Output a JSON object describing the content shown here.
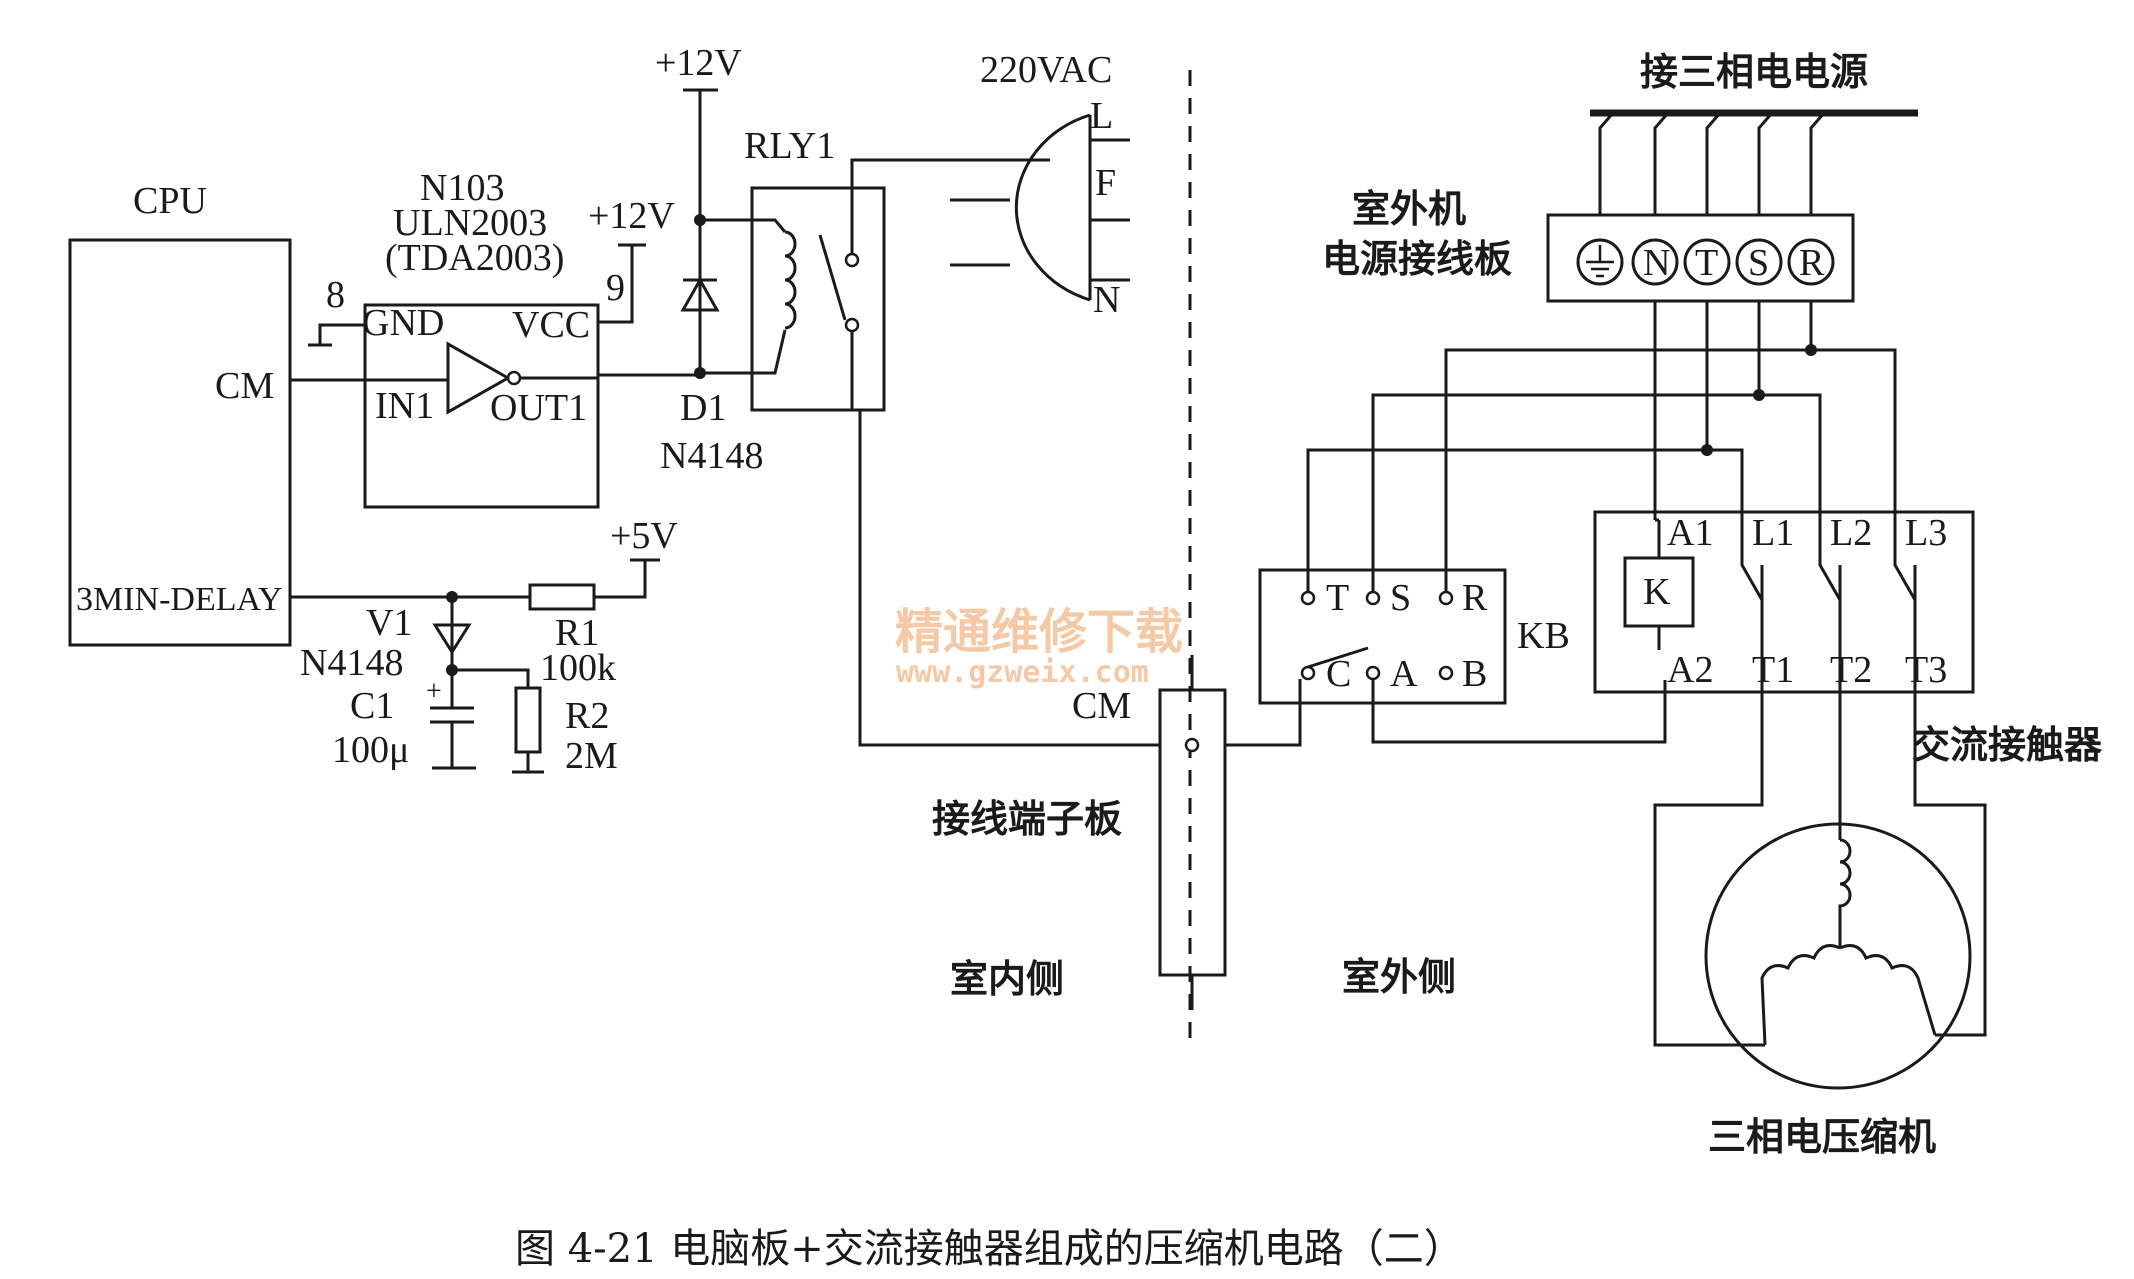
{
  "figure": {
    "caption": "图 4-21   电脑板+交流接触器组成的压缩机电路（二）"
  },
  "watermark": {
    "line1": "精通维修下载",
    "line2": "www.gzweix.com"
  },
  "cpu": {
    "title": "CPU",
    "pin_cm": "CM",
    "pin_delay": "3MIN-DELAY"
  },
  "driver_ic": {
    "ref": "N103",
    "part": "ULN2003",
    "alt_part": "(TDA2003)",
    "gnd": "GND",
    "vcc": "VCC",
    "in": "IN1",
    "out": "OUT1",
    "pin_gnd": "8",
    "pin_vcc": "9"
  },
  "supplies": {
    "v12_top": "+12V",
    "v12_ic": "+12V",
    "v5": "+5V",
    "ac": "220VAC"
  },
  "diode_d1": {
    "ref": "D1",
    "part": "N4148"
  },
  "relay": {
    "ref": "RLY1"
  },
  "ac_plug": {
    "l": "L",
    "f": "F",
    "n": "N"
  },
  "delay_circuit": {
    "v1_ref": "V1",
    "v1_part": "N4148",
    "r1_ref": "R1",
    "r1_val": "100k",
    "r2_ref": "R2",
    "r2_val": "2M",
    "c1_ref": "C1",
    "c1_val": "100μ",
    "c1_plus": "+"
  },
  "terminal_board": {
    "label": "接线端子板",
    "cm": "CM"
  },
  "sides": {
    "indoor": "室内侧",
    "outdoor": "室外侧"
  },
  "outdoor_power_board": {
    "title_line1": "室外机",
    "title_line2": "电源接线板",
    "terminals": [
      "N",
      "T",
      "S",
      "R"
    ]
  },
  "three_phase_supply": {
    "label": "接三相电电源"
  },
  "kb": {
    "label": "KB",
    "top_terms": [
      "T",
      "S",
      "R"
    ],
    "bottom_terms": [
      "C",
      "A",
      "B"
    ]
  },
  "contactor": {
    "label": "交流接触器",
    "coil": "K",
    "a1": "A1",
    "a2": "A2",
    "lines": [
      "L1",
      "L2",
      "L3"
    ],
    "loads": [
      "T1",
      "T2",
      "T3"
    ]
  },
  "compressor": {
    "label": "三相电压缩机"
  }
}
